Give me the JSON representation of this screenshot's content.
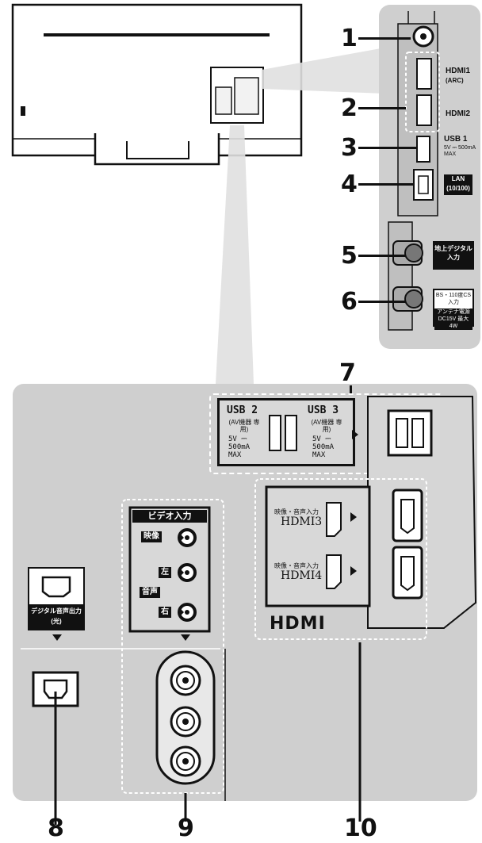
{
  "callouts": [
    "1",
    "2",
    "3",
    "4",
    "5",
    "6",
    "7",
    "8",
    "9",
    "10"
  ],
  "side_labels": {
    "hdmi1": "HDMI1",
    "hdmi1_arc": "(ARC)",
    "hdmi2": "HDMI2",
    "usb1": "USB 1",
    "usb1_spec": "5V ⎓ 500mA MAX",
    "lan": "LAN",
    "lan_spec": "(10/100)",
    "terrestrial": "地上デジタル入力",
    "bs_cs": "BS・110度CS入力",
    "bs_cs_note": "アンテナ電源 DC15V 最大4W"
  },
  "usb_block": {
    "usb2": "USB 2",
    "usb3": "USB 3",
    "usb_note": "(AV機器 専用)",
    "spec_v": "5V ⎓",
    "spec_a": "500mA",
    "spec_max": "MAX"
  },
  "hdmi_block": {
    "input_label": "映像・音声入力",
    "hdmi3": "HDMI3",
    "hdmi4": "HDMI4",
    "logo": "HDMI"
  },
  "video_block": {
    "title": "ビデオ入力",
    "video": "映像",
    "left": "左",
    "audio": "音声",
    "right": "右"
  },
  "optical_block": {
    "label": "デジタル音声出力(光)"
  }
}
